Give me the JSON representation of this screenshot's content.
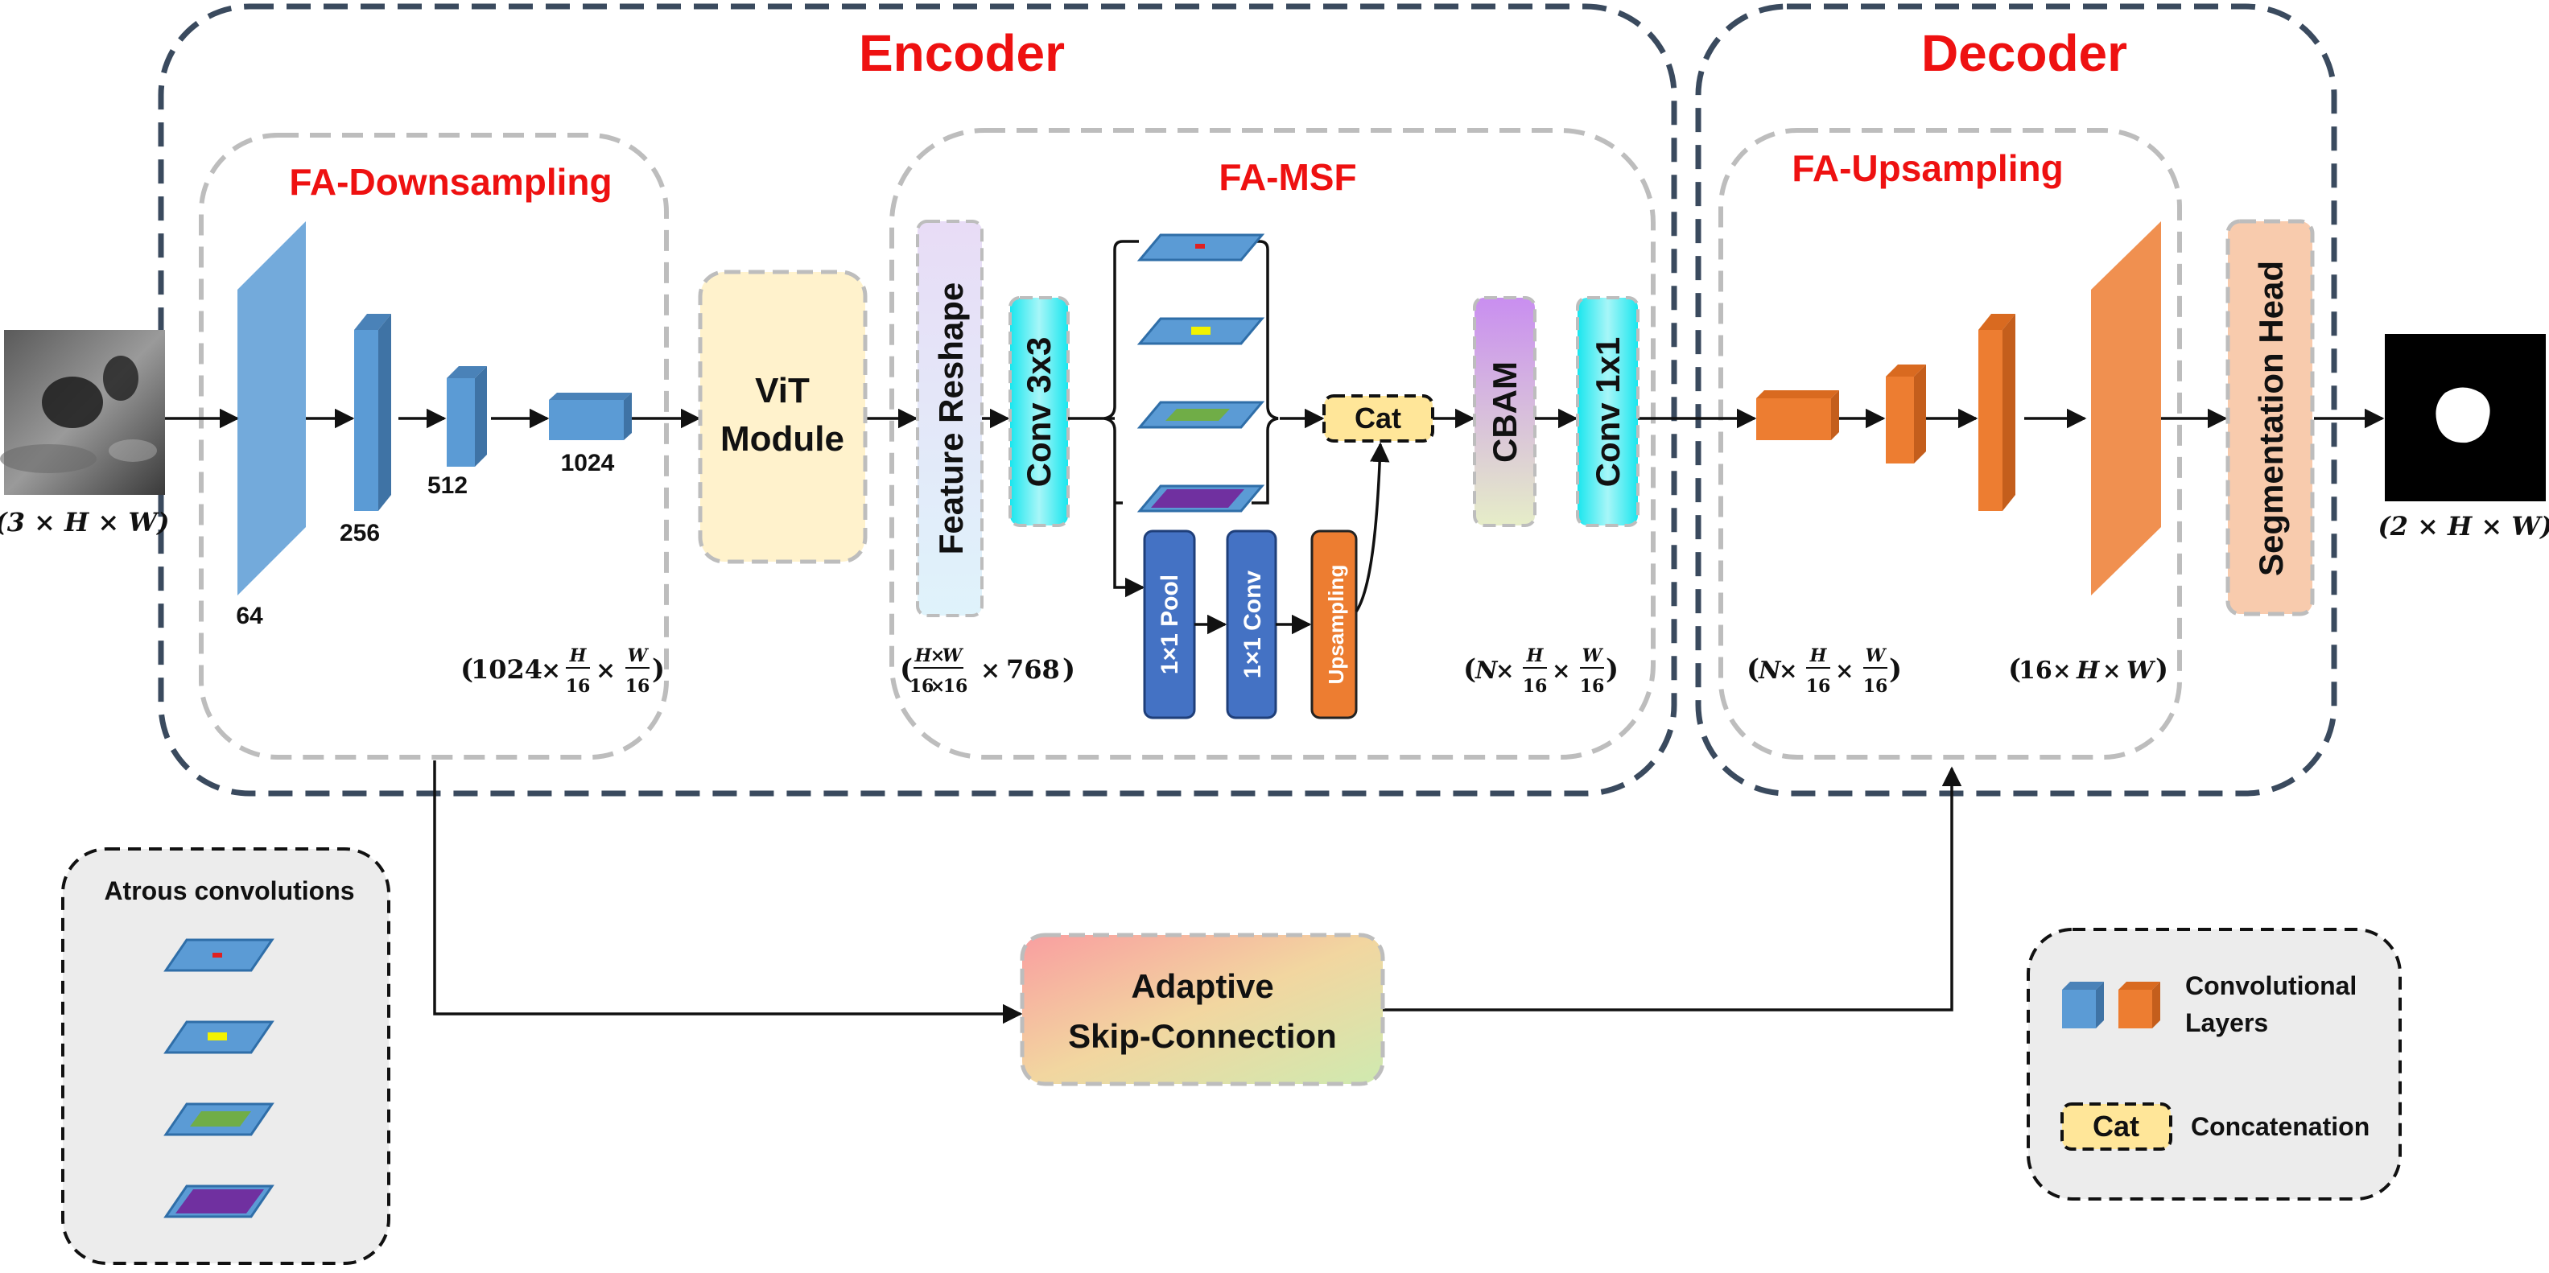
{
  "titles": {
    "encoder": "Encoder",
    "decoder": "Decoder",
    "downsampling": "FA-Downsampling",
    "msf": "FA-MSF",
    "upsampling": "FA-Upsampling"
  },
  "input_dim": "(3 × H × W)",
  "output_dim": "(2 × H × W)",
  "down_channels": [
    "64",
    "256",
    "512",
    "1024"
  ],
  "blocks": {
    "vit_line1": "ViT",
    "vit_line2": "Module",
    "feature_reshape": "Feature Reshape",
    "conv3x3": "Conv 3x3",
    "cat": "Cat",
    "cbam": "CBAM",
    "conv1x1": "Conv 1x1",
    "pool": "1×1 Pool",
    "conv": "1×1 Conv",
    "upsampling": "Upsampling",
    "seg_head": "Segmentation Head",
    "skip_line1": "Adaptive",
    "skip_line2": "Skip-Connection"
  },
  "dims": {
    "down_prefix": "1024",
    "msf_in_suffix": "768",
    "msf_out_prefix": "N",
    "up_in_prefix": "N",
    "up_out_prefix": "16",
    "H": "H",
    "W": "W",
    "sixteen": "16",
    "times": "×"
  },
  "legend": {
    "atrous": "Atrous convolutions",
    "conv_line1": "Convolutional",
    "conv_line2": "Layers",
    "cat_label": "Cat",
    "concat": "Concatenation"
  },
  "colors": {
    "title_red": "#ee1111",
    "encoder_blue": "#5b9bd5",
    "decoder_orange": "#ed7d31",
    "dash_outer": "#3a4a5e",
    "dash_inner": "#bdbdbd",
    "atrous_red": "#e02020",
    "atrous_yellow": "#f2f200",
    "atrous_green": "#70ad47",
    "atrous_purple": "#7030a0"
  }
}
